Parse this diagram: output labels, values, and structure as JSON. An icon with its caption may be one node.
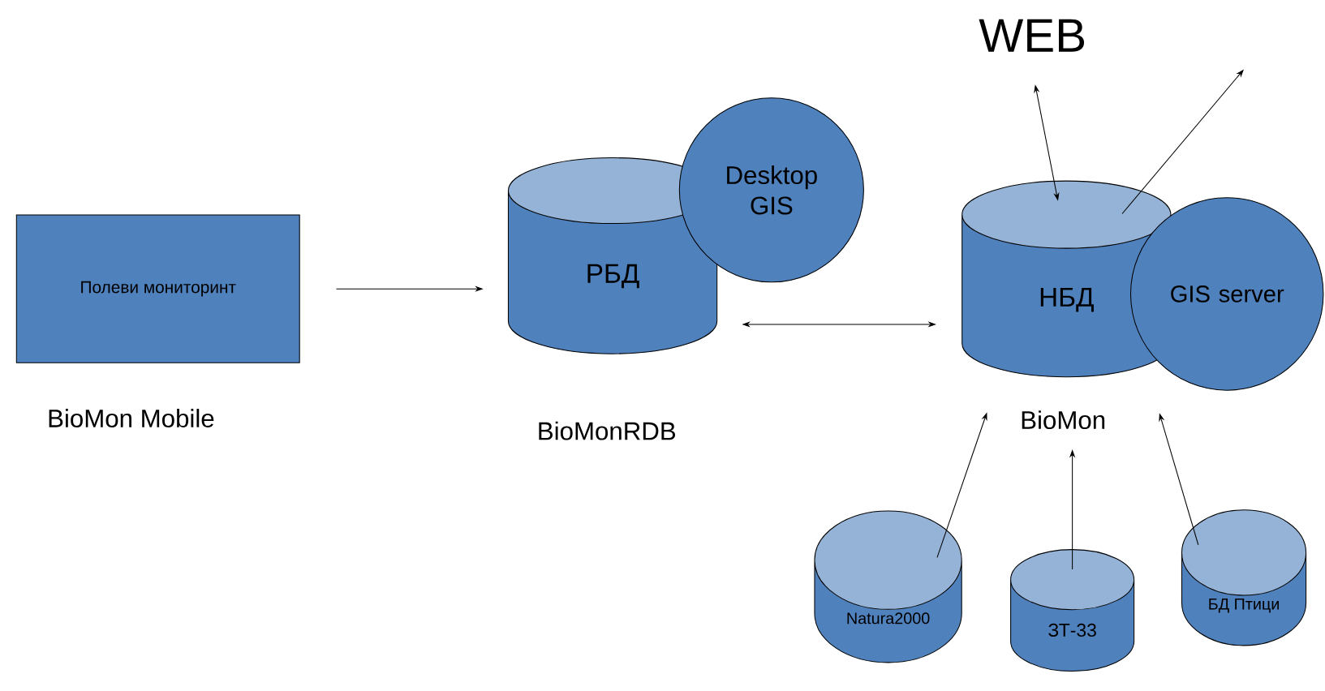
{
  "diagram": {
    "nodes": [
      {
        "text": [
          "Полеви мониторинт"
        ],
        "beside": [
          "BioMon Mobile"
        ]
      },
      {
        "text": [
          "РБД"
        ],
        "beside": [
          "BioMonRDB"
        ]
      },
      {
        "text": [
          "Desktop GIS"
        ]
      },
      {
        "text": [
          "НБД"
        ],
        "beside": [
          "BioMon"
        ]
      },
      {
        "text": [
          "GIS server"
        ]
      },
      {
        "text": [
          "WEB"
        ]
      },
      {
        "text": [
          "Natura2000"
        ]
      },
      {
        "text": [
          "ЗТ-33"
        ]
      },
      {
        "text": [
          "БД Птици"
        ]
      }
    ],
    "edges": [
      {
        "from": 0,
        "to": 1,
        "arrow": "to"
      },
      {
        "from": 1,
        "to": 3,
        "arrow": "both"
      },
      {
        "from": 3,
        "to": 5,
        "arrow": "both"
      },
      {
        "from": 3,
        "to": null,
        "arrow": "to"
      },
      {
        "from": 6,
        "to": 3,
        "arrow": "to"
      },
      {
        "from": 7,
        "to": 3,
        "arrow": "to"
      },
      {
        "from": 8,
        "to": 3,
        "arrow": "to"
      }
    ]
  }
}
